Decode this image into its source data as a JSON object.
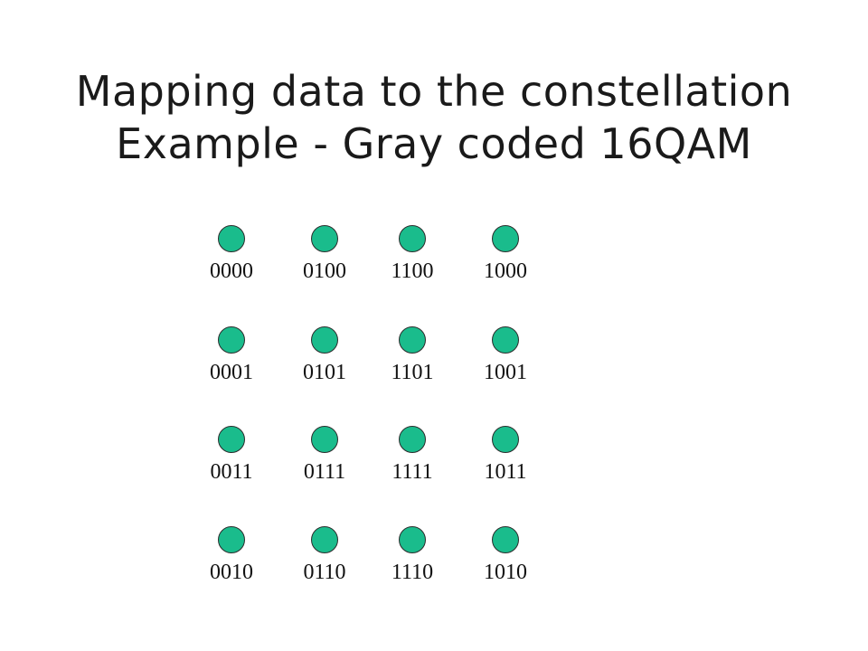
{
  "slide": {
    "title_line1": "Mapping data to the constellation",
    "title_line2": "Example - Gray coded 16QAM"
  },
  "colors": {
    "point_fill": "#1abc8c",
    "point_stroke": "#2b2b2b",
    "text": "#1a1a1a"
  },
  "constellation": {
    "rows": [
      [
        "0000",
        "0100",
        "1100",
        "1000"
      ],
      [
        "0001",
        "0101",
        "1101",
        "1001"
      ],
      [
        "0011",
        "0111",
        "1111",
        "1011"
      ],
      [
        "0010",
        "0110",
        "1110",
        "1010"
      ]
    ]
  }
}
